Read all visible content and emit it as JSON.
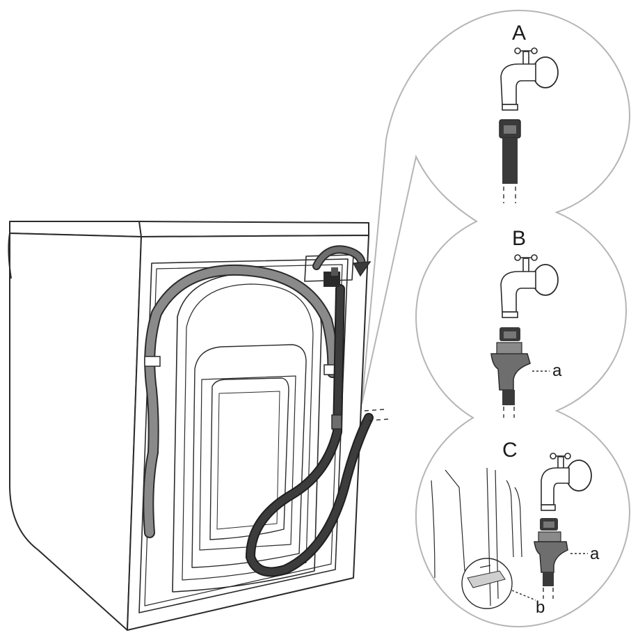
{
  "callouts": {
    "A": {
      "letter": "A"
    },
    "B": {
      "letter": "B",
      "part_label": "a"
    },
    "C": {
      "letter": "C",
      "part_label_a": "a",
      "part_label_b": "b"
    }
  },
  "colors": {
    "line": "#2a2a2a",
    "hose_light": "#8a8a8a",
    "hose_dark": "#3c3c3c",
    "adapter": "#6e6e6e",
    "bubble_outline": "#b5b5b5"
  }
}
